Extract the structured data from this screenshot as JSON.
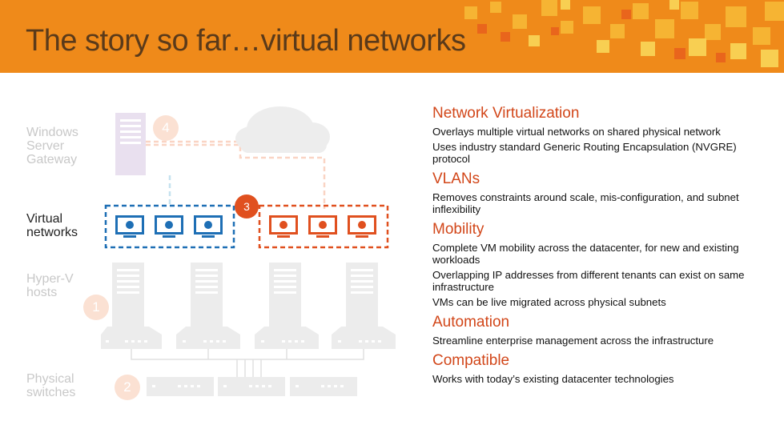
{
  "slide": {
    "title": "The story so far…virtual networks"
  },
  "diagram": {
    "labels": {
      "gateway": [
        "Windows",
        "Server",
        "Gateway"
      ],
      "virtual": [
        "Virtual",
        "networks"
      ],
      "hosts": [
        "Hyper-V",
        "hosts"
      ],
      "switches": [
        "Physical",
        "switches"
      ]
    },
    "badges": [
      "4",
      "3",
      "1",
      "2"
    ],
    "colors": {
      "blue_network": "#1e6fb5",
      "orange_network": "#e0501f",
      "inactive": "#dddddd",
      "accent": "#ef8a1a"
    },
    "icons": [
      "server-icon",
      "cloud-icon",
      "vm-monitor-icon",
      "network-switch-icon"
    ]
  },
  "sections": [
    {
      "heading": "Network Virtualization",
      "items": [
        "Overlays multiple virtual networks on shared physical network",
        "Uses industry standard Generic Routing Encapsulation (NVGRE) protocol"
      ]
    },
    {
      "heading": "VLANs",
      "items": [
        "Removes constraints around scale, mis-configuration, and subnet inflexibility"
      ]
    },
    {
      "heading": "Mobility",
      "items": [
        "Complete VM mobility across the datacenter, for new and existing workloads",
        "Overlapping IP addresses from different tenants can exist on same infrastructure",
        "VMs can be live migrated across physical subnets"
      ]
    },
    {
      "heading": "Automation",
      "items": [
        "Streamline enterprise management across the infrastructure"
      ]
    },
    {
      "heading": "Compatible",
      "items": [
        "Works with today’s existing datacenter technologies"
      ]
    }
  ]
}
